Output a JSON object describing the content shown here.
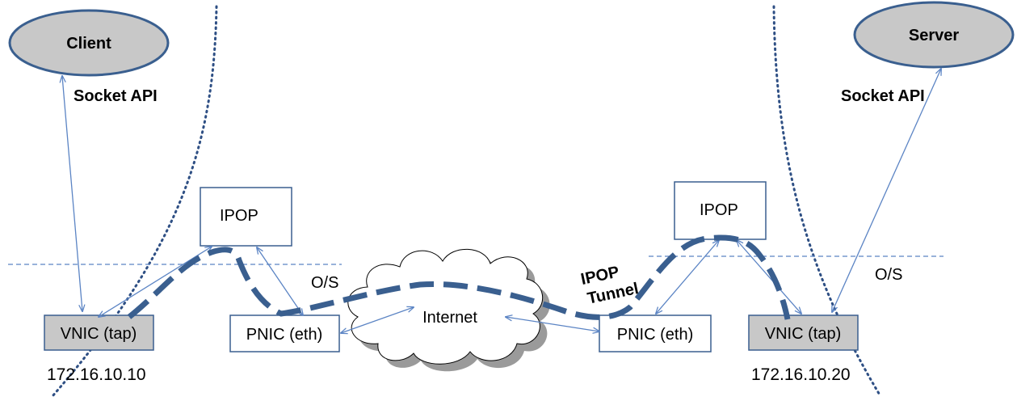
{
  "client": {
    "label": "Client"
  },
  "server": {
    "label": "Server"
  },
  "left": {
    "socket_api": "Socket API",
    "ipop": "IPOP",
    "os": "O/S",
    "vnic": "VNIC (tap)",
    "pnic": "PNIC (eth)",
    "ip": "172.16.10.10"
  },
  "right": {
    "socket_api": "Socket API",
    "ipop": "IPOP",
    "os": "O/S",
    "vnic": "VNIC (tap)",
    "pnic": "PNIC (eth)",
    "ip": "172.16.10.20"
  },
  "internet": {
    "label": "Internet"
  },
  "tunnel": {
    "line1": "IPOP",
    "line2": "Tunnel"
  },
  "colors": {
    "tunnel": "#3a5f8f",
    "arrow": "#5b84c4",
    "boundary": "#2e4f84",
    "divider": "#5b84c4",
    "gray_fill": "#c8c8c8",
    "box_border": "#3a5f8f"
  }
}
